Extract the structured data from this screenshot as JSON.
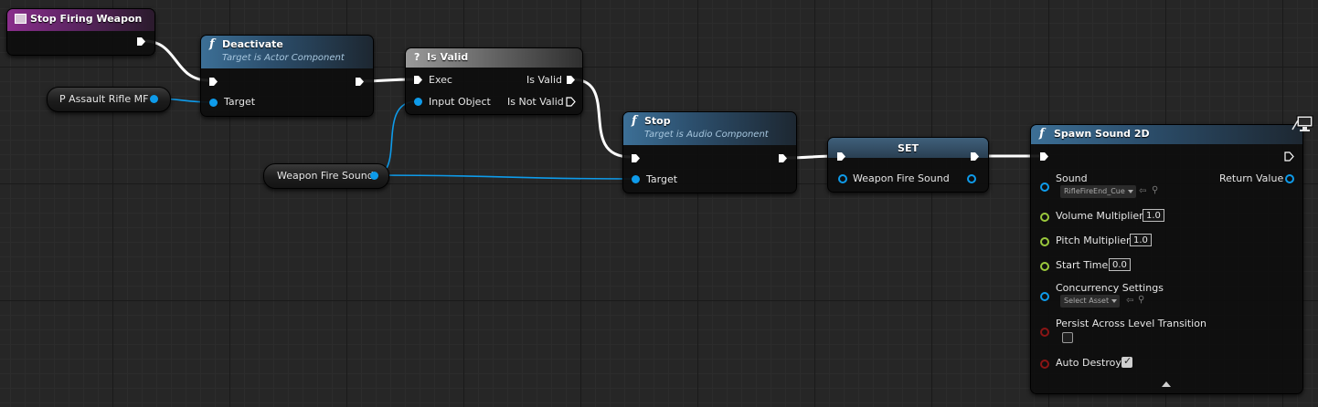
{
  "nodes": {
    "stop_firing_weapon": {
      "title": "Stop Firing Weapon"
    },
    "deactivate": {
      "title": "Deactivate",
      "subtitle": "Target is Actor Component",
      "pin_target": "Target"
    },
    "is_valid": {
      "title": "Is Valid",
      "pin_exec": "Exec",
      "pin_input_object": "Input Object",
      "pin_is_valid": "Is Valid",
      "pin_is_not_valid": "Is Not Valid"
    },
    "stop": {
      "title": "Stop",
      "subtitle": "Target is Audio Component",
      "pin_target": "Target"
    },
    "set": {
      "title": "SET",
      "pin_variable": "Weapon Fire Sound"
    },
    "spawn_sound_2d": {
      "title": "Spawn Sound 2D",
      "pins": {
        "sound": {
          "label": "Sound",
          "asset": "RifleFireEnd_Cue"
        },
        "return_value": {
          "label": "Return Value"
        },
        "volume_multiplier": {
          "label": "Volume Multiplier",
          "value": "1.0"
        },
        "pitch_multiplier": {
          "label": "Pitch Multiplier",
          "value": "1.0"
        },
        "start_time": {
          "label": "Start Time",
          "value": "0.0"
        },
        "concurrency_settings": {
          "label": "Concurrency Settings",
          "asset": "Select Asset"
        },
        "persist_across_level_transition": {
          "label": "Persist Across Level Transition",
          "checked": false
        },
        "auto_destroy": {
          "label": "Auto Destroy",
          "checked": true
        }
      }
    }
  },
  "variables": {
    "p_assault_rifle_mf": "P Assault Rifle MF",
    "weapon_fire_sound": "Weapon Fire Sound"
  },
  "colors": {
    "exec_wire": "#ffffff",
    "object_pin": "#0e9bea",
    "float_pin": "#9ac83c",
    "bool_pin": "#8a1515",
    "function_header": "#3c6f96",
    "event_header": "#8a2e8c"
  }
}
